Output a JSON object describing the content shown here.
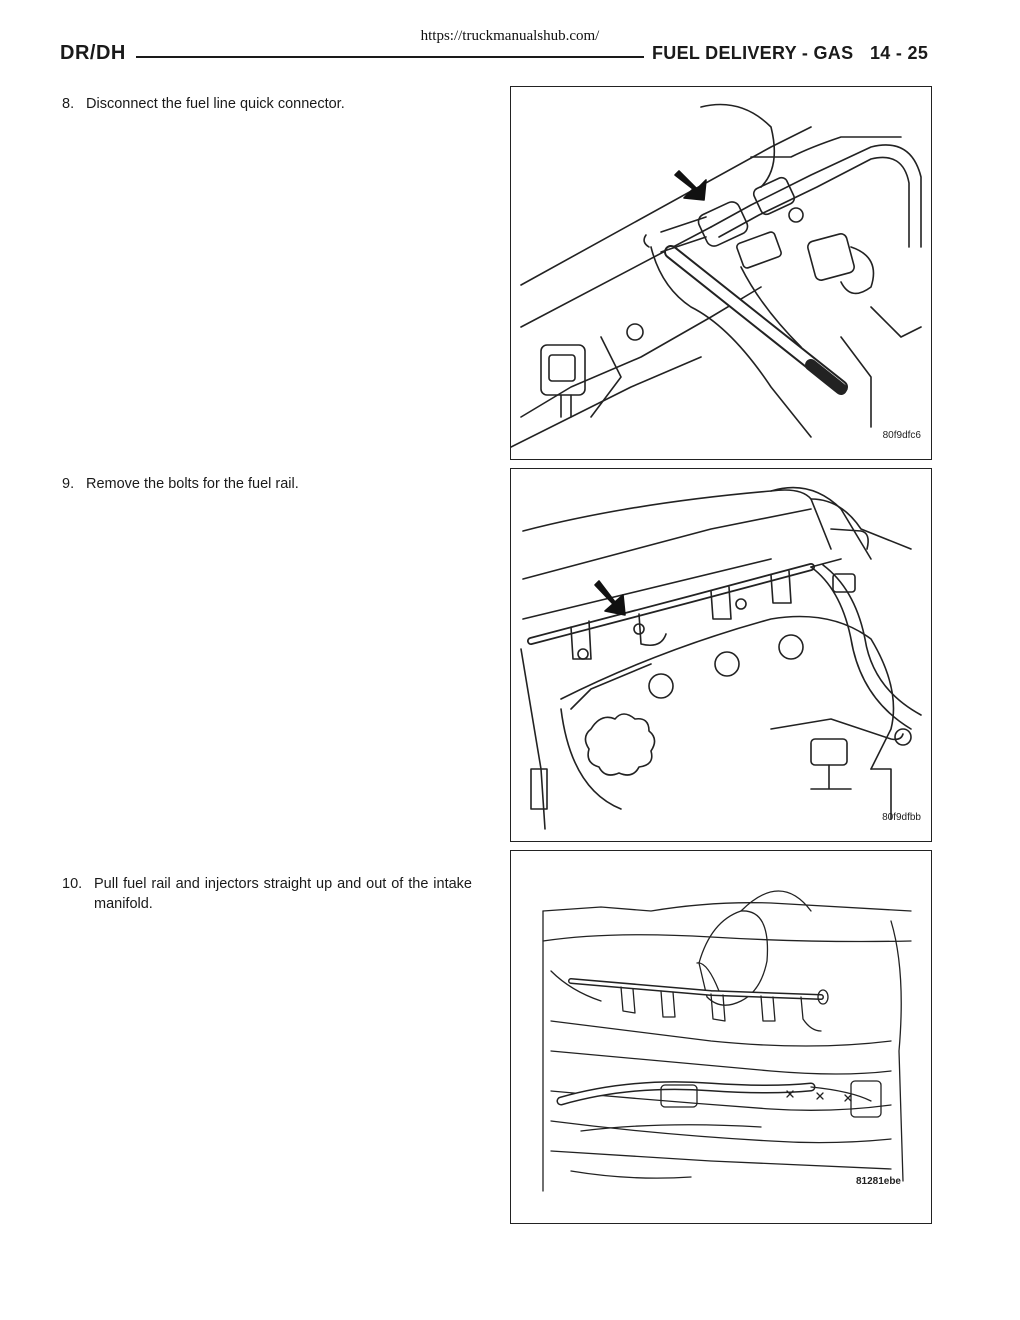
{
  "page": {
    "url": "https://truckmanualshub.com/",
    "header_left": "DR/DH",
    "header_section": "FUEL DELIVERY - GAS",
    "header_page": "14 - 25"
  },
  "steps": [
    {
      "number": "8.",
      "text": "Disconnect the fuel line quick connector.",
      "figure_code": "80f9dfc6"
    },
    {
      "number": "9.",
      "text": "Remove the bolts for the fuel rail.",
      "figure_code": "80f9dfbb"
    },
    {
      "number": "10.",
      "text": "Pull fuel rail and injectors straight up and out of the intake manifold.",
      "figure_code": "81281ebe"
    }
  ]
}
